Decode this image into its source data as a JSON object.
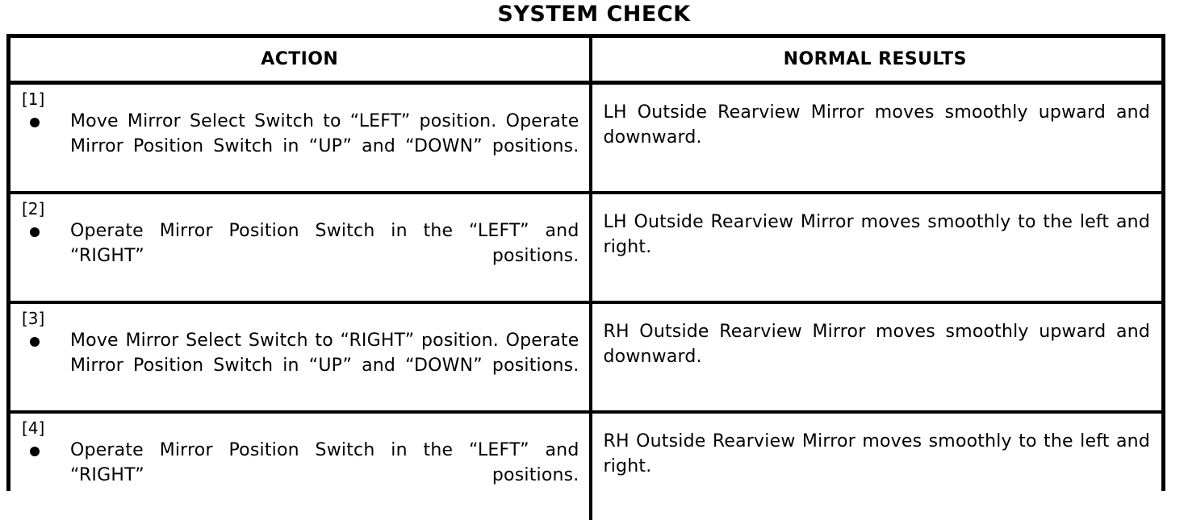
{
  "document": {
    "title": "SYSTEM CHECK"
  },
  "table": {
    "columns": [
      {
        "key": "action",
        "header": "ACTION"
      },
      {
        "key": "results",
        "header": "NORMAL RESULTS"
      }
    ],
    "bullet_glyph": "●",
    "rows": [
      {
        "step_label": "[1]",
        "action": "Move Mirror Select Switch to “LEFT” position. Operate Mirror Position Switch in “UP” and “DOWN” positions.",
        "results": "LH Outside Rearview Mirror moves smoothly upward and downward."
      },
      {
        "step_label": "[2]",
        "action": "Operate Mirror Position Switch in the “LEFT” and “RIGHT” positions.",
        "results": "LH Outside Rearview Mirror moves smoothly to the left and right."
      },
      {
        "step_label": "[3]",
        "action": "Move Mirror Select Switch to “RIGHT” position. Operate Mirror Position Switch in “UP” and “DOWN” positions.",
        "results": "RH Outside Rearview Mirror moves smoothly upward and downward."
      },
      {
        "step_label": "[4]",
        "action": "Operate Mirror Position Switch in the “LEFT” and “RIGHT” positions.",
        "results": "RH Outside Rearview Mirror moves smoothly to the left and right."
      }
    ]
  },
  "colors": {
    "ink": "#000000",
    "paper": "#ffffff"
  }
}
